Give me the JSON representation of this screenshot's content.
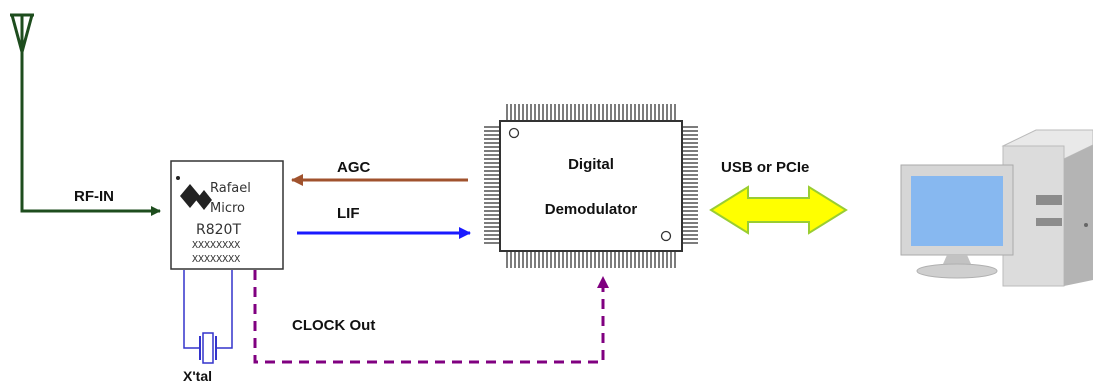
{
  "labels": {
    "rf_in": "RF-IN",
    "agc": "AGC",
    "lif": "LIF",
    "clock_out": "CLOCK Out",
    "usb_pcie": "USB or PCIe",
    "xtal": "X'tal"
  },
  "tuner": {
    "brand_line1": "Rafael",
    "brand_line2": "Micro",
    "model": "R820T",
    "marking1": "XXXXXXXX",
    "marking2": "XXXXXXXX"
  },
  "demodulator": {
    "line1": "Digital",
    "line2": "Demodulator"
  },
  "colors": {
    "antenna": "#1e4d1e",
    "agc_arrow": "#a0522d",
    "lif_arrow": "#1a1aff",
    "clock_line": "#800080",
    "usb_arrow_fill": "#ffff00",
    "usb_arrow_stroke": "#9acd32",
    "crystal": "#3333cc",
    "monitor_screen": "#87b8f0"
  },
  "icons": [
    "antenna-icon",
    "rafael-micro-logo-icon",
    "crystal-icon",
    "computer-icon"
  ]
}
